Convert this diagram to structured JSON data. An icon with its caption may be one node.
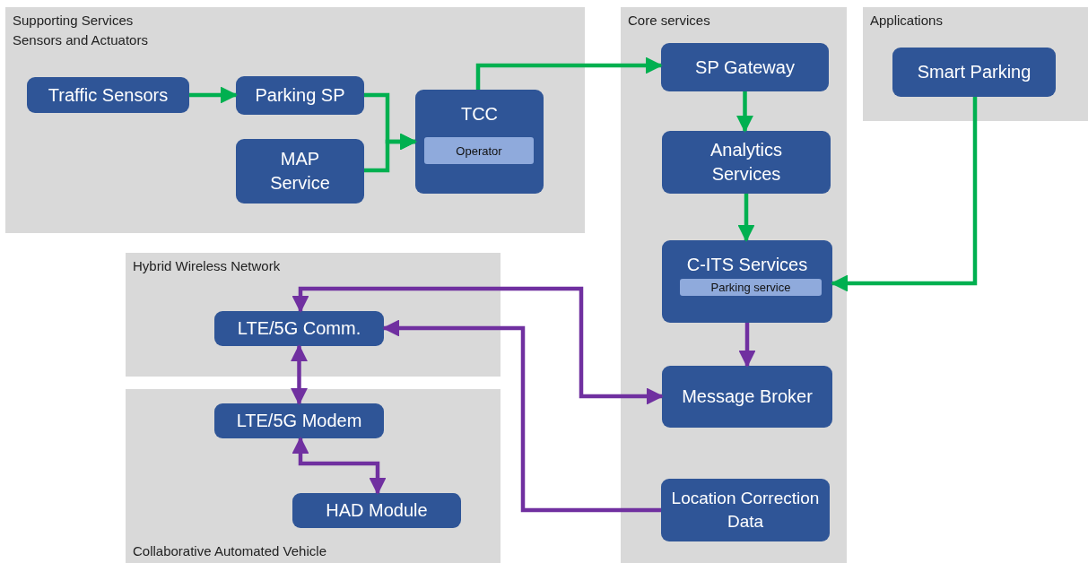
{
  "diagram": {
    "nodes": [
      {
        "text": [
          "Supporting Services",
          "Sensors and Actuators"
        ]
      },
      {
        "text": [
          "Core services"
        ]
      },
      {
        "text": [
          "Applications"
        ]
      },
      {
        "text": [
          "Hybrid Wireless Network"
        ]
      },
      {
        "text": [
          "Collaborative Automated Vehicle"
        ]
      },
      {
        "text": [
          "Traffic Sensors"
        ],
        "in": 0
      },
      {
        "text": [
          "Parking SP"
        ],
        "in": 0
      },
      {
        "text": [
          "MAP Service"
        ],
        "in": 0
      },
      {
        "text": [
          "TCC"
        ],
        "in": 0
      },
      {
        "text": [
          "Operator"
        ],
        "in": 8
      },
      {
        "text": [
          "SP Gateway"
        ],
        "in": 1
      },
      {
        "text": [
          "Analytics Services"
        ],
        "in": 1
      },
      {
        "text": [
          "C-ITS Services"
        ],
        "in": 1
      },
      {
        "text": [
          "Parking service"
        ],
        "in": 12
      },
      {
        "text": [
          "Message Broker"
        ],
        "in": 1
      },
      {
        "text": [
          "Location Correction Data"
        ],
        "in": 1
      },
      {
        "text": [
          "Smart Parking"
        ],
        "in": 2
      },
      {
        "text": [
          "LTE/5G Comm."
        ],
        "in": 3
      },
      {
        "text": [
          "LTE/5G Modem"
        ],
        "in": 4
      },
      {
        "text": [
          "HAD Module"
        ],
        "in": 4
      }
    ],
    "edges": [
      {
        "from": 5,
        "to": 6,
        "arrow": "to"
      },
      {
        "from": 6,
        "to": 8,
        "arrow": "to"
      },
      {
        "from": 7,
        "to": 8,
        "arrow": "to"
      },
      {
        "from": 8,
        "to": 10,
        "arrow": "to"
      },
      {
        "from": 10,
        "to": 11,
        "arrow": "to"
      },
      {
        "from": 11,
        "to": 12,
        "arrow": "to"
      },
      {
        "from": 16,
        "to": 12,
        "arrow": "to"
      },
      {
        "from": 12,
        "to": 14,
        "arrow": "to",
        "color": "#7030a0"
      },
      {
        "from": 17,
        "to": 14,
        "arrow": "both",
        "color": "#7030a0"
      },
      {
        "from": 15,
        "to": 17,
        "arrow": "to",
        "color": "#7030a0"
      },
      {
        "from": 17,
        "to": 18,
        "arrow": "both",
        "color": "#7030a0"
      },
      {
        "from": 18,
        "to": 19,
        "arrow": "both",
        "color": "#7030a0"
      }
    ]
  }
}
